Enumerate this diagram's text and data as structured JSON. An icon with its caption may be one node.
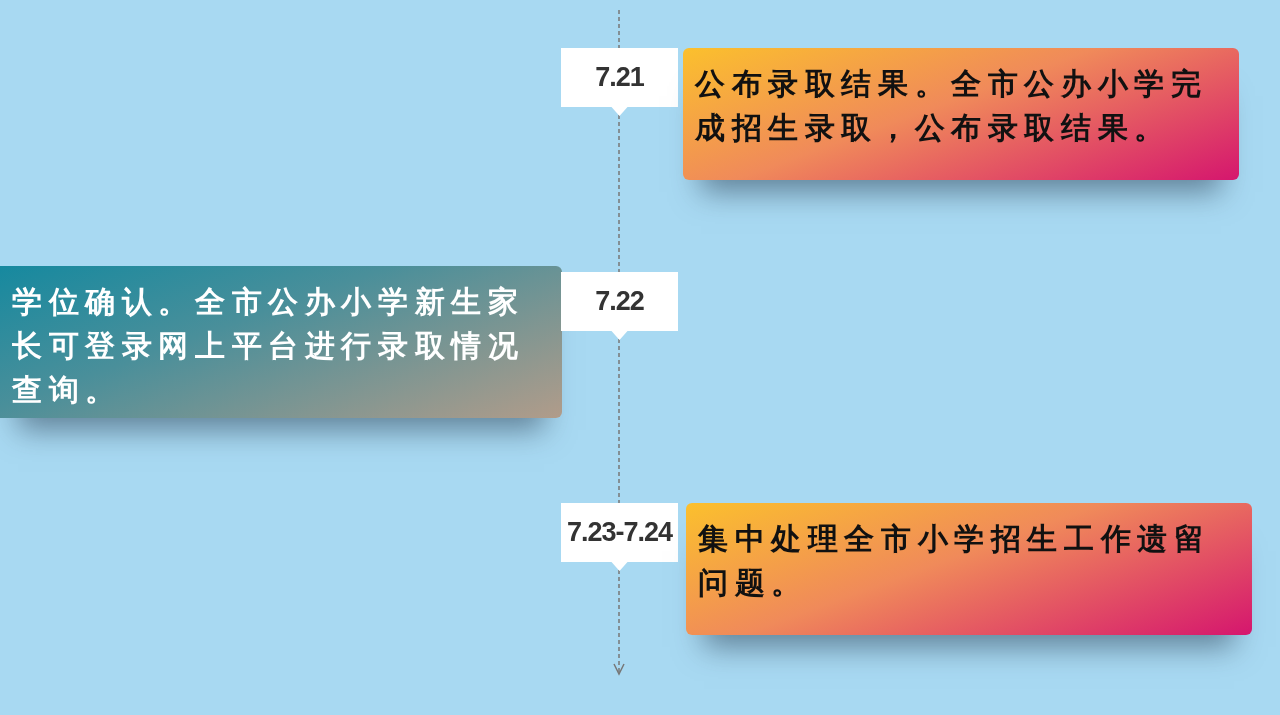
{
  "diagram": {
    "nodes": [
      {
        "text": [
          "7.21"
        ]
      },
      {
        "text": [
          "公布录取结果。全市公办小学完成招生录取，公布录取结果。"
        ]
      },
      {
        "text": [
          "学位确认。全市公办小学新生家长可登录网上平台进行录取情况查询。"
        ]
      },
      {
        "text": [
          "7.22"
        ]
      },
      {
        "text": [
          "7.23-7.24"
        ]
      },
      {
        "text": [
          "集中处理全市小学招生工作遗留问题。"
        ]
      }
    ]
  }
}
